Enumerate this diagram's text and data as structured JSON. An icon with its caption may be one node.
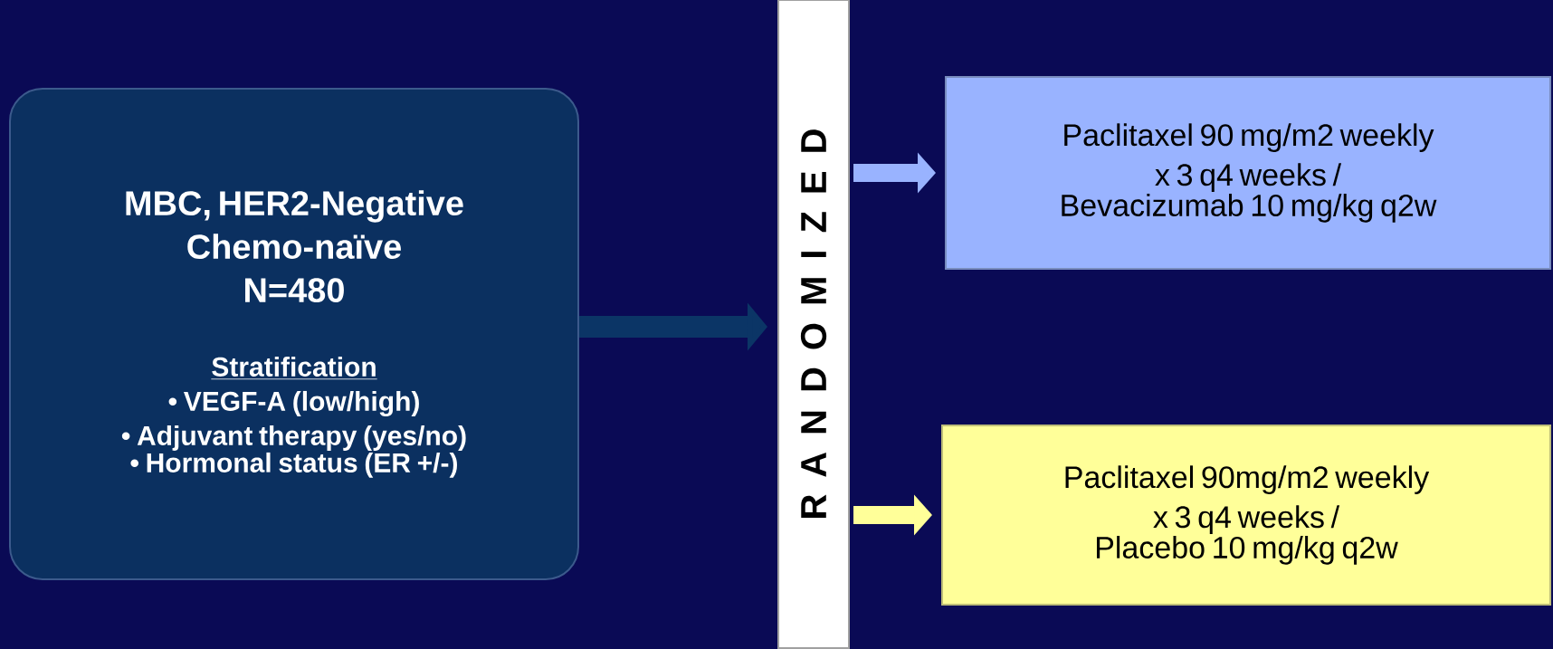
{
  "diagram": {
    "nodes": [
      {
        "text": [
          "MBC, HER2-Negative",
          "Chemo-naïve",
          "N=480",
          "Stratification",
          "• VEGF-A (low/high)",
          "• Adjuvant therapy (yes/no)",
          "• Hormonal status (ER +/-)"
        ]
      },
      {
        "text": [
          "R A N D O M I Z E D"
        ]
      },
      {
        "text": [
          "Paclitaxel 90 mg/m2 weekly",
          "x 3 q4 weeks /",
          "Bevacizumab 10 mg/kg q2w"
        ]
      },
      {
        "text": [
          "Paclitaxel 90mg/m2 weekly",
          "x 3 q4 weeks /",
          "Placebo 10 mg/kg q2w"
        ]
      }
    ],
    "edges": [
      {
        "from": 0,
        "to": 1,
        "arrow": "to",
        "color": "#0b3566"
      },
      {
        "from": 1,
        "to": 2,
        "arrow": "to",
        "color": "#99b3ff"
      },
      {
        "from": 1,
        "to": 3,
        "arrow": "to",
        "color": "#ffff99"
      }
    ]
  }
}
